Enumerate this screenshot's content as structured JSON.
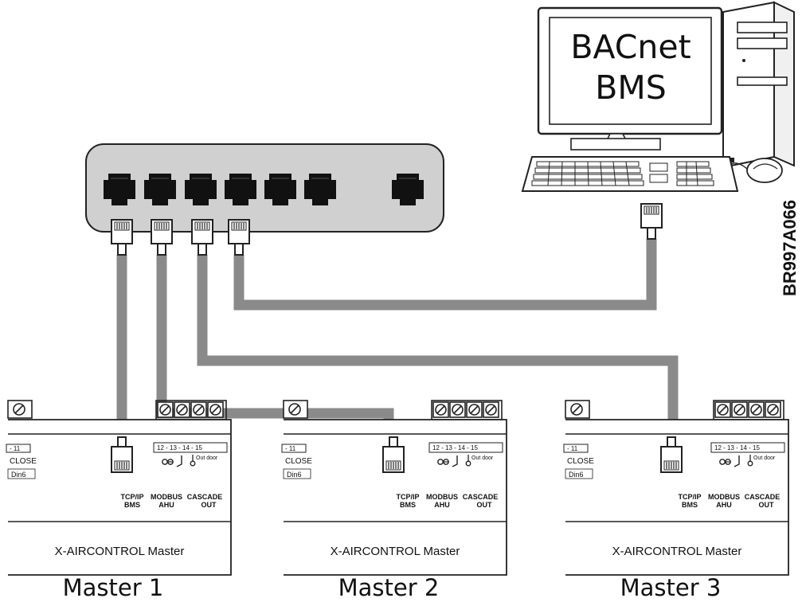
{
  "computer": {
    "screen_line1": "BACnet",
    "screen_line2": "BMS"
  },
  "figure_code": "BR997A066",
  "controllers": [
    {
      "left_term": "- 11",
      "close_label": "CLOSE",
      "din_label": "Din6",
      "term_strip": "12  -  13  -  14  -  15",
      "outdoor_label": "Out door",
      "port1_a": "TCP/IP",
      "port1_b": "BMS",
      "port2_a": "MODBUS",
      "port2_b": "AHU",
      "port3_a": "CASCADE",
      "port3_b": "OUT",
      "model": "X-AIRCONTROL Master",
      "name": "Master 1"
    },
    {
      "left_term": "- 11",
      "close_label": "CLOSE",
      "din_label": "Din6",
      "term_strip": "12  -  13  -  14  -  15",
      "outdoor_label": "Out door",
      "port1_a": "TCP/IP",
      "port1_b": "BMS",
      "port2_a": "MODBUS",
      "port2_b": "AHU",
      "port3_a": "CASCADE",
      "port3_b": "OUT",
      "model": "X-AIRCONTROL Master",
      "name": "Master 2"
    },
    {
      "left_term": "- 11",
      "close_label": "CLOSE",
      "din_label": "Din6",
      "term_strip": "12  -  13  -  14  -  15",
      "outdoor_label": "Out door",
      "port1_a": "TCP/IP",
      "port1_b": "BMS",
      "port2_a": "MODBUS",
      "port2_b": "AHU",
      "port3_a": "CASCADE",
      "port3_b": "OUT",
      "model": "X-AIRCONTROL Master",
      "name": "Master 3"
    }
  ],
  "colors": {
    "cable": "#8a8a8a",
    "switch_body": "#d0d0d0",
    "port": "#111111",
    "outline": "#222222"
  }
}
